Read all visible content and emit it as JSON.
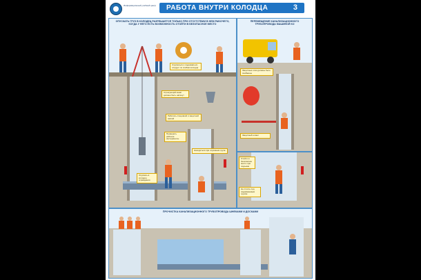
{
  "header": {
    "org": "Информационный учебный центр",
    "title": "РАБОТА ВНУТРИ КОЛОДЦА",
    "page_number": "3"
  },
  "panels": {
    "main": {
      "title": "Опускать груз в колодец разрешается только при отсутствии в нем рабочего, когда у него есть возможность отойти в безопасное место"
    },
    "truck": {
      "title": "Перемещение канализационного трубопровода машиной КО"
    },
    "bottom": {
      "title": "Прочистка канализационного трубопровода шнеками и досками"
    }
  },
  "callouts": [
    "Спускаться и подниматься следует по скобам колодца",
    "Страхующий канат должен быть натянут",
    "Работать спецовкой и защитной каской",
    "Проверить рабочие инструменты",
    "Находиться при опускании груза",
    "Защитные очки должны быть снабжены",
    "Отойти в безопасное место при подъеме",
    "Опускать в колодец ограждения",
    "Защитный шланг",
    "Не стоять под поднимаемым грузом"
  ],
  "colors": {
    "frame": "#4b8fc8",
    "title_bar": "#1f74c4",
    "callout_fill": "#fff7c8",
    "worker_vest": "#e8621f",
    "truck_body": "#f2c300"
  }
}
